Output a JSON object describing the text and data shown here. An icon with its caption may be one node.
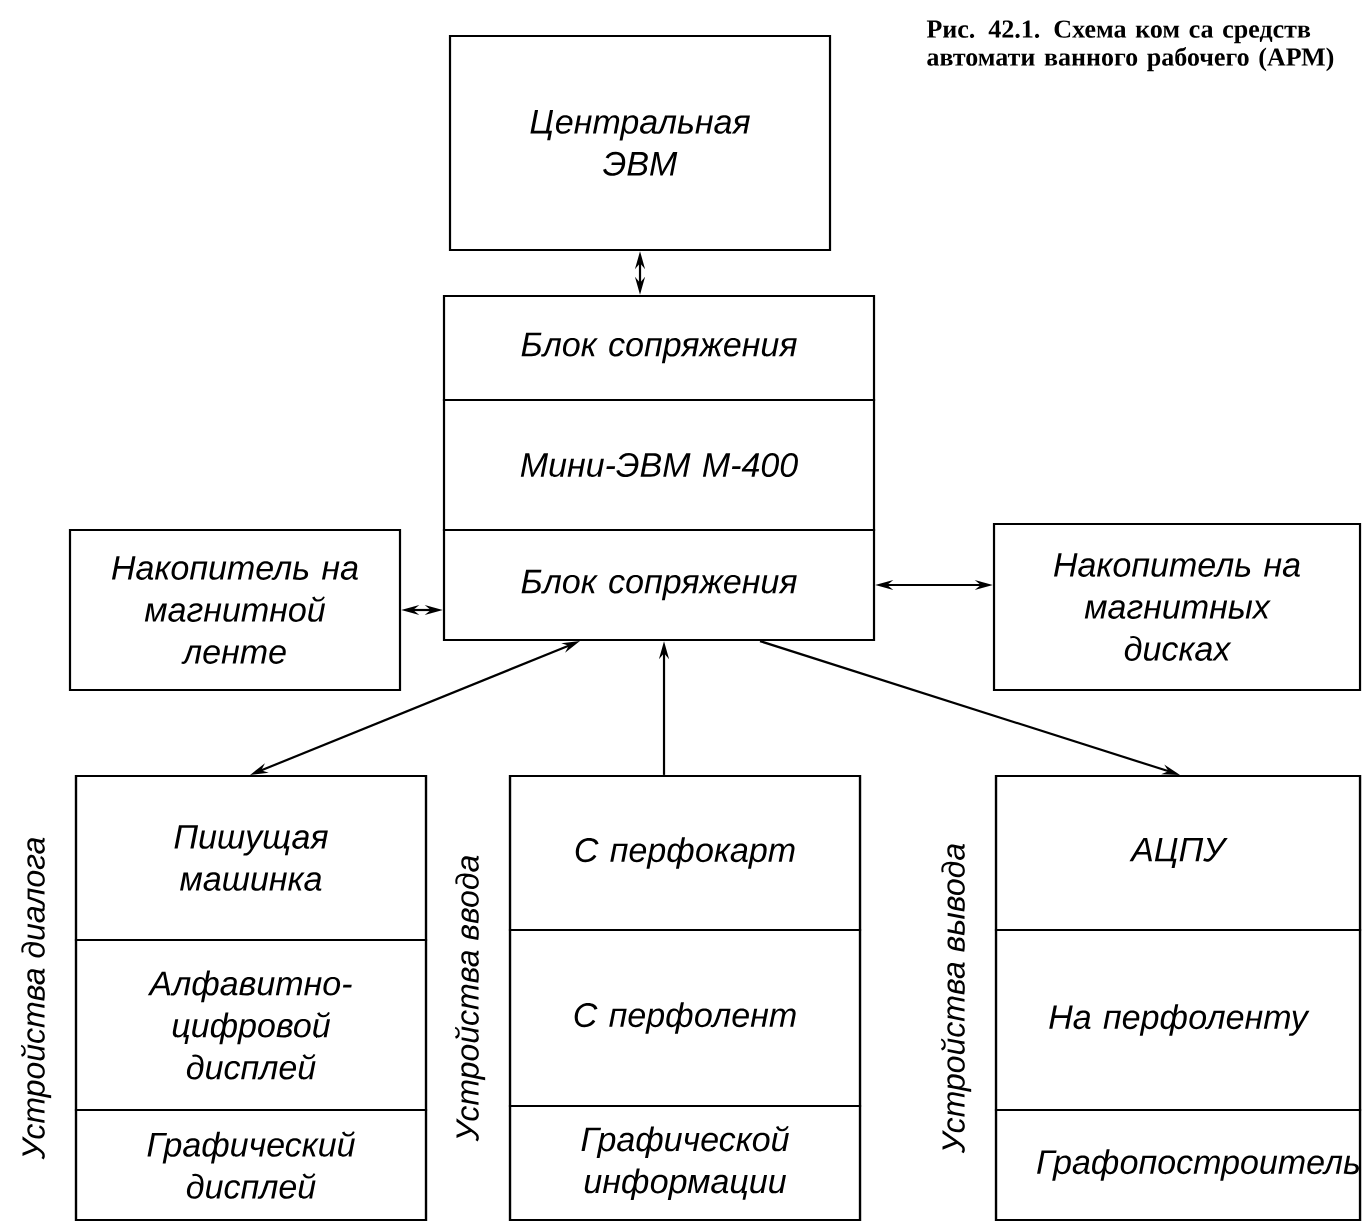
{
  "diagram": {
    "caption": "Рис. 42.1. Схема ком са средств автомати ванного рабочего (АРМ)",
    "nodes": [
      {
        "text": [
          "Центральная ЭВМ"
        ]
      },
      {
        "text": [
          "Блок сопряжения"
        ]
      },
      {
        "text": [
          "Мини-ЭВМ М-400"
        ]
      },
      {
        "text": [
          "Блок сопряжения"
        ]
      },
      {
        "text": [
          "Накопитель на магнитной ленте"
        ]
      },
      {
        "text": [
          "Накопитель на магнитных дисках"
        ]
      },
      {
        "text": [
          "Устройства диалога"
        ]
      },
      {
        "text": [
          "Пишущая машинка"
        ],
        "in": 6
      },
      {
        "text": [
          "Алфавитно-цифровой дисплей"
        ],
        "in": 6
      },
      {
        "text": [
          "Графический дисплей"
        ],
        "in": 6
      },
      {
        "text": [
          "Устройства ввода"
        ]
      },
      {
        "text": [
          "С перфокарт"
        ],
        "in": 10
      },
      {
        "text": [
          "С перфолент"
        ],
        "in": 10
      },
      {
        "text": [
          "Графической информации"
        ],
        "in": 10
      },
      {
        "text": [
          "Устройства вывода"
        ]
      },
      {
        "text": [
          "АЦПУ"
        ],
        "in": 14
      },
      {
        "text": [
          "На перфоленту"
        ],
        "in": 14
      },
      {
        "text": [
          "Графопостроитель"
        ],
        "in": 14
      }
    ],
    "edges": [
      {
        "from": 0,
        "to": 1,
        "arrow": "both"
      },
      {
        "from": 4,
        "to": 3,
        "arrow": "both"
      },
      {
        "from": 3,
        "to": 5,
        "arrow": "both"
      },
      {
        "from": 3,
        "to": 6,
        "arrow": "both"
      },
      {
        "from": 10,
        "to": 3,
        "arrow": "to"
      },
      {
        "from": 3,
        "to": 14,
        "arrow": "to"
      }
    ]
  }
}
